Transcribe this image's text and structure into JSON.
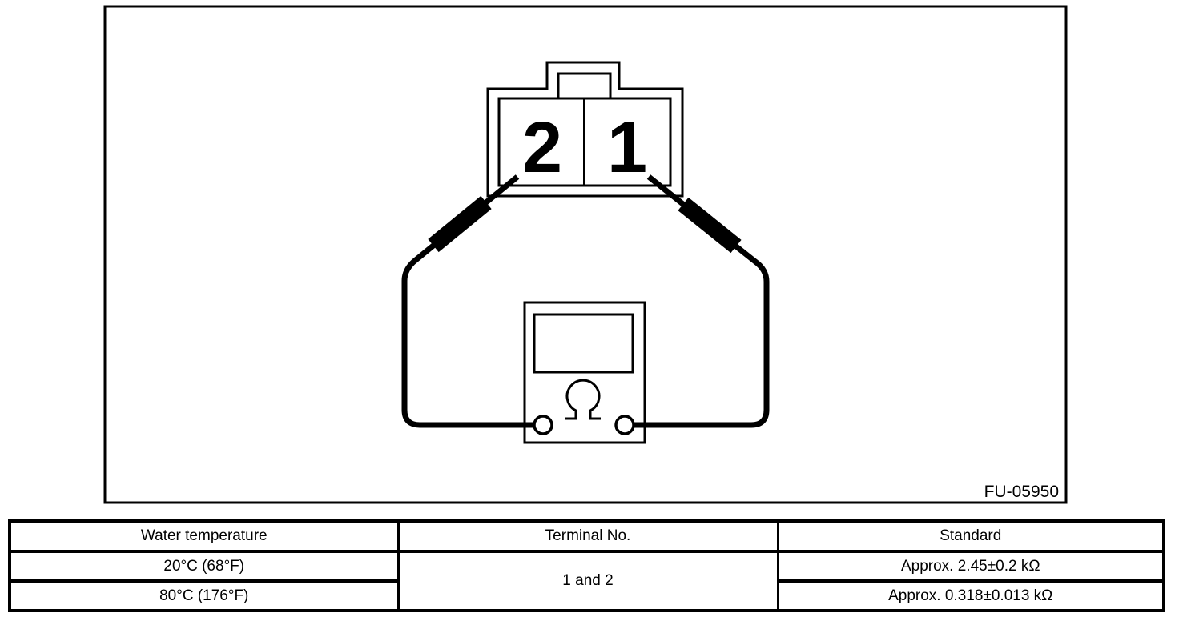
{
  "figure": {
    "code": "FU-05950",
    "connector": {
      "terminal_left_label": "2",
      "terminal_right_label": "1"
    },
    "icons": {
      "ohm_meter_symbol": "Ω"
    }
  },
  "spec_table": {
    "headers": {
      "water_temperature": "Water temperature",
      "terminal_no": "Terminal No.",
      "standard": "Standard"
    },
    "rows": [
      {
        "water_temperature": "20°C (68°F)",
        "terminal_no": "1 and 2",
        "standard": "Approx. 2.45±0.2 kΩ"
      },
      {
        "water_temperature": "80°C (176°F)",
        "standard": "Approx. 0.318±0.013 kΩ"
      }
    ]
  }
}
